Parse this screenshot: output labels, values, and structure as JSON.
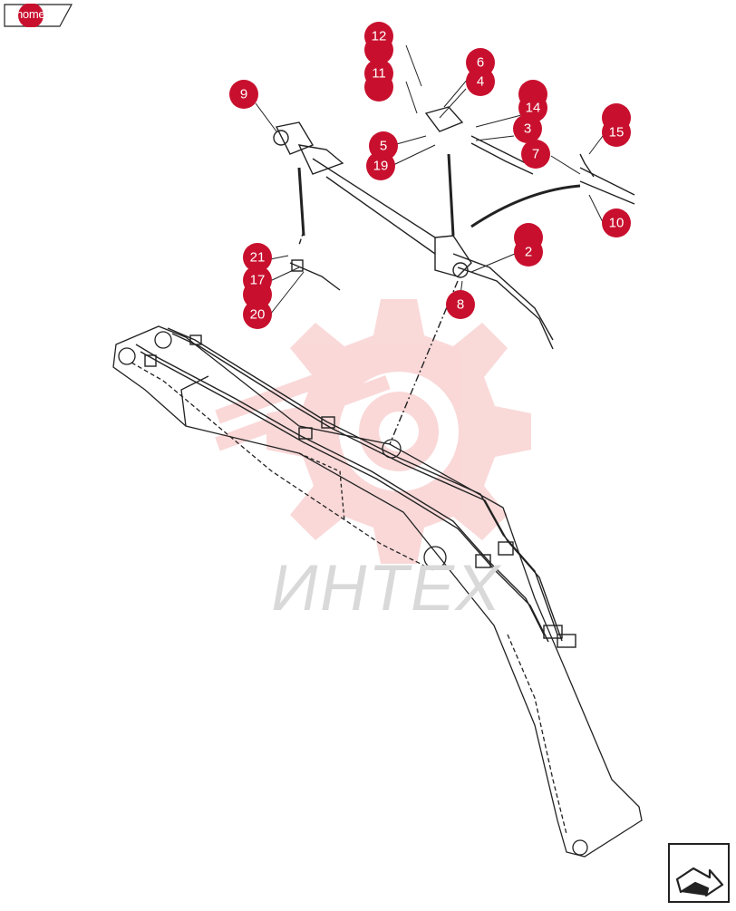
{
  "nav": {
    "home_label": "home",
    "next_icon": "next-page-arrow-icon"
  },
  "watermark": {
    "text": "ИНТЕХ",
    "color": "#f5c7c7"
  },
  "callout_color": "#c8102e",
  "callouts": [
    {
      "id": "9",
      "label": "9"
    },
    {
      "id": "12",
      "label": "12"
    },
    {
      "id": "11",
      "label": "11"
    },
    {
      "id": "6",
      "label": "6"
    },
    {
      "id": "4",
      "label": "4"
    },
    {
      "id": "14",
      "label": "14"
    },
    {
      "id": "3",
      "label": "3"
    },
    {
      "id": "5",
      "label": "5"
    },
    {
      "id": "19",
      "label": "19"
    },
    {
      "id": "15",
      "label": "15"
    },
    {
      "id": "7",
      "label": "7"
    },
    {
      "id": "10",
      "label": "10"
    },
    {
      "id": "2",
      "label": "2"
    },
    {
      "id": "21",
      "label": "21"
    },
    {
      "id": "17",
      "label": "17"
    },
    {
      "id": "20",
      "label": "20"
    },
    {
      "id": "8",
      "label": "8"
    }
  ]
}
